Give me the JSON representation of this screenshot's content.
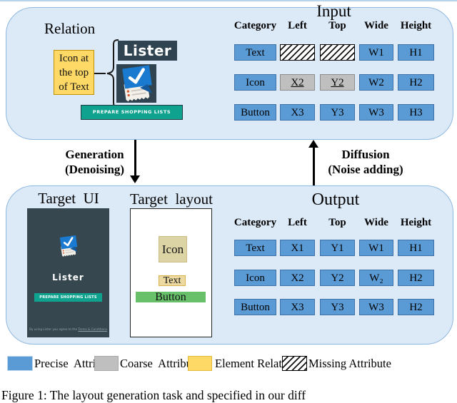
{
  "colors": {
    "precise_blue": "#5b9bd5",
    "coarse_gray": "#bfbfbf",
    "relation_yellow": "#ffd966",
    "panel_bg": "#dce9f7",
    "panel_border": "#8fb8e0",
    "dark_slate": "#2f4351",
    "phone_bg": "#36474f",
    "teal": "#0fa28f",
    "layout_green": "#68c06a"
  },
  "top_panel": {
    "relation_title": "Relation",
    "note_lines": [
      "Icon at",
      "the top",
      "of Text"
    ],
    "app": {
      "title": "Lister",
      "button": "PREPARE SHOPPING LISTS"
    }
  },
  "input_table": {
    "title": "Input",
    "headers": [
      "Category",
      "Left",
      "Top",
      "Wide",
      "Height"
    ],
    "rows": [
      {
        "cells": [
          {
            "text": "Text",
            "style": "precise"
          },
          {
            "text": "",
            "style": "missing"
          },
          {
            "text": "",
            "style": "missing"
          },
          {
            "text": "W1",
            "style": "precise"
          },
          {
            "text": "H1",
            "style": "precise"
          }
        ]
      },
      {
        "cells": [
          {
            "text": "Icon",
            "style": "precise"
          },
          {
            "text": "X2",
            "style": "coarse-underlined"
          },
          {
            "text": "Y2",
            "style": "coarse-underlined"
          },
          {
            "text": "W2",
            "style": "precise"
          },
          {
            "text": "H2",
            "style": "precise"
          }
        ]
      },
      {
        "cells": [
          {
            "text": "Button",
            "style": "precise"
          },
          {
            "text": "X3",
            "style": "precise"
          },
          {
            "text": "Y3",
            "style": "precise"
          },
          {
            "text": "W3",
            "style": "precise"
          },
          {
            "text": "H3",
            "style": "precise"
          }
        ]
      }
    ]
  },
  "flow": {
    "generation_lines": [
      "Generation",
      "(Denoising)"
    ],
    "diffusion_lines": [
      "Diffusion",
      "(Noise adding)"
    ]
  },
  "bottom_panel": {
    "target_ui": {
      "title": "Target  UI",
      "app_title": "Lister",
      "button": "PREPARE SHOPPING LISTS",
      "fine_print_prefix": "By using Lister you agree to the ",
      "fine_print_link": "Terms & Conditions"
    },
    "target_layout": {
      "title": "Target  layout",
      "icon_label": "Icon",
      "text_label": "Text",
      "button_label": "Button"
    }
  },
  "output_table": {
    "title": "Output",
    "headers": [
      "Category",
      "Left",
      "Top",
      "Wide",
      "Height"
    ],
    "rows": [
      {
        "cells": [
          {
            "text": "Text",
            "style": "precise"
          },
          {
            "text": "X1",
            "style": "precise"
          },
          {
            "text": "Y1",
            "style": "precise"
          },
          {
            "text": "W1",
            "style": "precise"
          },
          {
            "text": "H1",
            "style": "precise"
          }
        ]
      },
      {
        "cells": [
          {
            "text": "Icon",
            "style": "precise"
          },
          {
            "text": "X2",
            "style": "precise"
          },
          {
            "text": "Y2",
            "style": "precise"
          },
          {
            "text": "W₂",
            "style": "precise"
          },
          {
            "text": "H2",
            "style": "precise"
          }
        ]
      },
      {
        "cells": [
          {
            "text": "Button",
            "style": "precise"
          },
          {
            "text": "X3",
            "style": "precise"
          },
          {
            "text": "Y3",
            "style": "precise"
          },
          {
            "text": "W3",
            "style": "precise"
          },
          {
            "text": "H2",
            "style": "precise"
          }
        ]
      }
    ]
  },
  "legend": {
    "precise": "Precise  Attribute",
    "coarse": "Coarse  Attribute",
    "relation": "Element Relation",
    "missing": "Missing Attribute"
  },
  "caption": "Figure 1: The layout generation task and specified in our diff"
}
